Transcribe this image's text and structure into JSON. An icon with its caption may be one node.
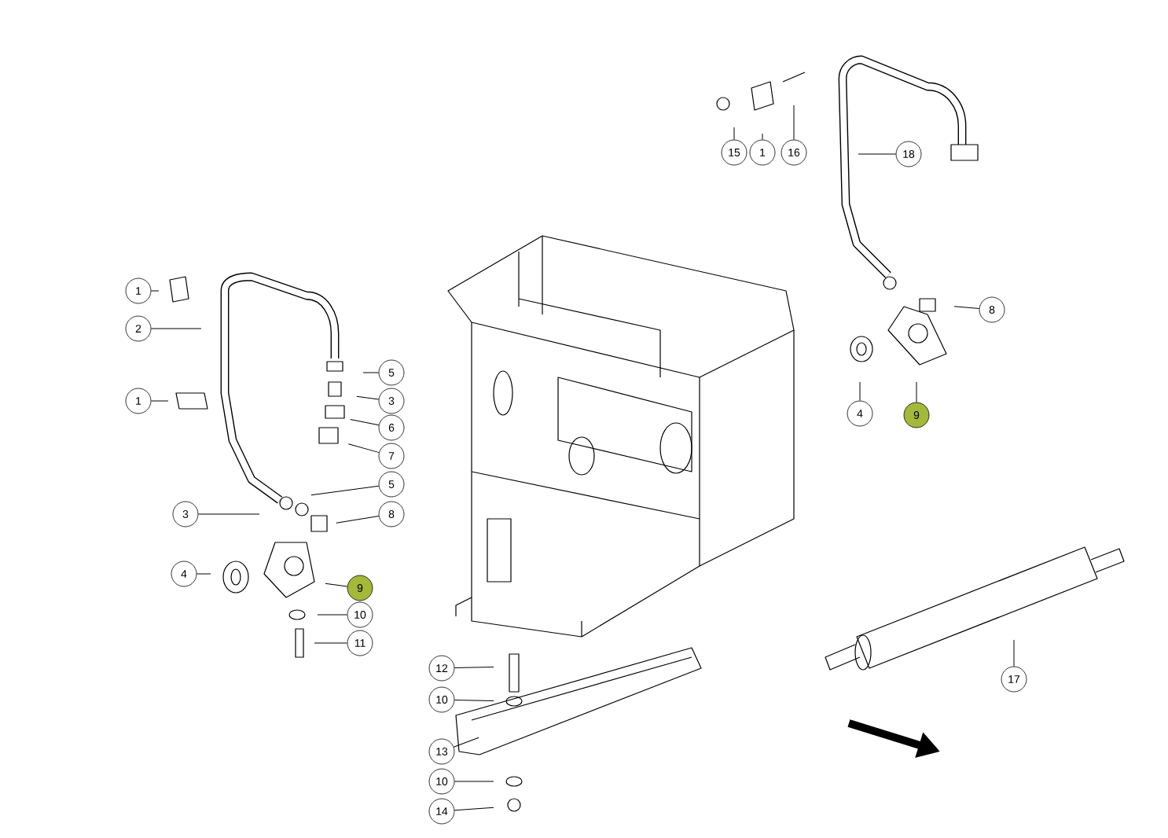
{
  "diagram": {
    "nodes": [
      {
        "text": [
          "1"
        ]
      },
      {
        "text": [
          "2"
        ]
      },
      {
        "text": [
          "1"
        ]
      },
      {
        "text": [
          "3"
        ]
      },
      {
        "text": [
          "4"
        ]
      },
      {
        "text": [
          "9"
        ]
      },
      {
        "text": [
          "10"
        ]
      },
      {
        "text": [
          "11"
        ]
      },
      {
        "text": [
          "5"
        ]
      },
      {
        "text": [
          "3"
        ]
      },
      {
        "text": [
          "6"
        ]
      },
      {
        "text": [
          "7"
        ]
      },
      {
        "text": [
          "5"
        ]
      },
      {
        "text": [
          "8"
        ]
      },
      {
        "text": [
          "15"
        ]
      },
      {
        "text": [
          "1"
        ]
      },
      {
        "text": [
          "16"
        ]
      },
      {
        "text": [
          "18"
        ]
      },
      {
        "text": [
          "8"
        ]
      },
      {
        "text": [
          "4"
        ]
      },
      {
        "text": [
          "9"
        ]
      },
      {
        "text": [
          "12"
        ]
      },
      {
        "text": [
          "10"
        ]
      },
      {
        "text": [
          "13"
        ]
      },
      {
        "text": [
          "10"
        ]
      },
      {
        "text": [
          "14"
        ]
      },
      {
        "text": [
          "17"
        ]
      }
    ],
    "edges": [
      {
        "from": 0,
        "to": null,
        "arrow": "none"
      },
      {
        "from": 1,
        "to": null,
        "arrow": "none"
      },
      {
        "from": 2,
        "to": null,
        "arrow": "none"
      },
      {
        "from": 3,
        "to": null,
        "arrow": "none"
      },
      {
        "from": 4,
        "to": null,
        "arrow": "none"
      },
      {
        "from": 5,
        "to": null,
        "arrow": "none"
      },
      {
        "from": 6,
        "to": null,
        "arrow": "none"
      },
      {
        "from": 7,
        "to": null,
        "arrow": "none"
      },
      {
        "from": 8,
        "to": null,
        "arrow": "none"
      },
      {
        "from": 9,
        "to": null,
        "arrow": "none"
      },
      {
        "from": 10,
        "to": null,
        "arrow": "none"
      },
      {
        "from": 11,
        "to": null,
        "arrow": "none"
      },
      {
        "from": 12,
        "to": null,
        "arrow": "none"
      },
      {
        "from": 13,
        "to": null,
        "arrow": "none"
      },
      {
        "from": 14,
        "to": null,
        "arrow": "none"
      },
      {
        "from": 15,
        "to": null,
        "arrow": "none"
      },
      {
        "from": 16,
        "to": null,
        "arrow": "none"
      },
      {
        "from": 17,
        "to": null,
        "arrow": "none"
      },
      {
        "from": 18,
        "to": null,
        "arrow": "none"
      },
      {
        "from": 19,
        "to": null,
        "arrow": "none"
      },
      {
        "from": 20,
        "to": null,
        "arrow": "none"
      },
      {
        "from": 21,
        "to": null,
        "arrow": "none"
      },
      {
        "from": 22,
        "to": null,
        "arrow": "none"
      },
      {
        "from": 23,
        "to": null,
        "arrow": "none"
      },
      {
        "from": 24,
        "to": null,
        "arrow": "none"
      },
      {
        "from": 25,
        "to": null,
        "arrow": "none"
      },
      {
        "from": 26,
        "to": null,
        "arrow": "none"
      }
    ]
  }
}
